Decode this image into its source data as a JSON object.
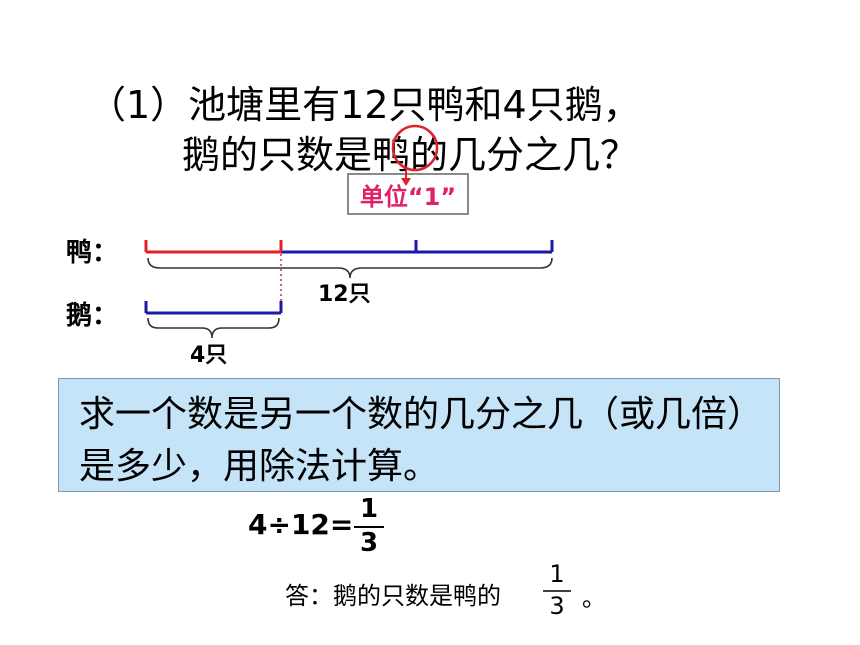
{
  "question": {
    "line1": "（1）池塘里有12只鸭和4只鹅，",
    "line2": "鹅的只数是鸭的几分之几？"
  },
  "unit_note": "单位“1”",
  "diagram": {
    "duck_label": "鸭：",
    "goose_label": "鹅：",
    "duck_total": "12只",
    "goose_total": "4只",
    "colors": {
      "highlight": "#e0202a",
      "segment": "#1a1aa8",
      "unit_text": "#e0206a"
    }
  },
  "conclusion": "求一个数是另一个数的几分之几（或几倍）是多少，用除法计算。",
  "calculation": {
    "expr": "4÷12=",
    "numerator": "1",
    "denominator": "3"
  },
  "answer": {
    "prefix": "答：鹅的只数是鸭的",
    "numerator": "1",
    "denominator": "3",
    "suffix": "。"
  }
}
